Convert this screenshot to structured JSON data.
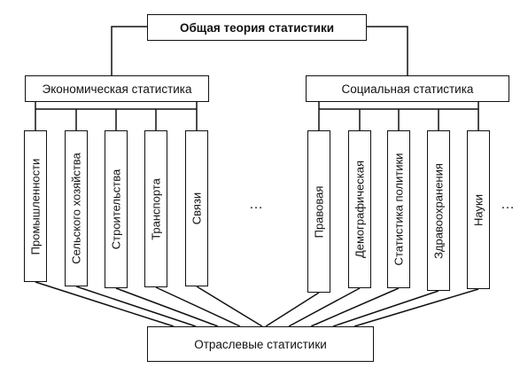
{
  "root": {
    "label": "Общая теория статистики"
  },
  "groups": [
    {
      "label": "Экономическая статистика",
      "items": [
        "Промышленности",
        "Сельского хозяйства",
        "Строительства",
        "Транспорта",
        "Связи"
      ]
    },
    {
      "label": "Социальная статистика",
      "items": [
        "Правовая",
        "Демографическая",
        "Статистика политики",
        "Здравоохранения",
        "Науки"
      ]
    }
  ],
  "ellipsis": "…",
  "bottom": {
    "label": "Отраслевые статистики"
  }
}
